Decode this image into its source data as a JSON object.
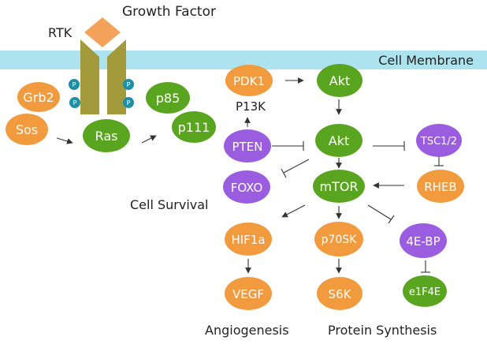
{
  "colors": {
    "orange": "#F19A3E",
    "green": "#5AA51F",
    "purple": "#9B5DE0",
    "membrane": "#ACE3EE",
    "receptor": "#A39A3C",
    "phospho": "#1D8FA6",
    "ligand": "#F4A259"
  },
  "labels": {
    "growth_factor": "Growth Factor",
    "rtk": "RTK",
    "cell_membrane": "Cell Membrane",
    "p13k": "P13K",
    "cell_survival": "Cell Survival",
    "angiogenesis": "Angiogenesis",
    "protein_synthesis": "Protein Synthesis",
    "phospho": "P"
  },
  "nodes": {
    "grb2": "Grb2",
    "sos": "Sos",
    "ras": "Ras",
    "p85": "p85",
    "p111": "p111",
    "pdk1": "PDK1",
    "akt_top": "Akt",
    "pten": "PTEN",
    "akt_mid": "Akt",
    "tsc": "TSC1/2",
    "foxo": "FOXO",
    "mtor": "mTOR",
    "rheb": "RHEB",
    "hif1a": "HIF1a",
    "p70sk": "p70SK",
    "ebp": "4E-BP",
    "vegf": "VEGF",
    "s6k": "S6K",
    "e1f4e": "e1F4E"
  }
}
